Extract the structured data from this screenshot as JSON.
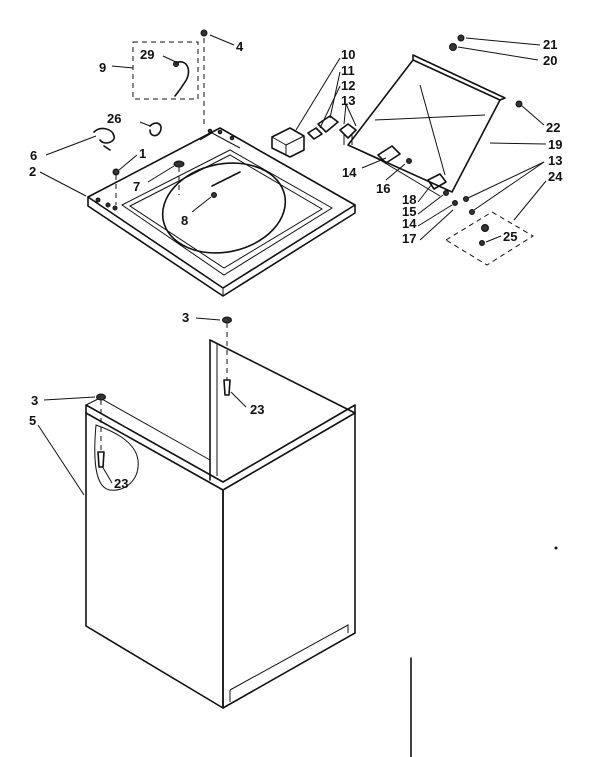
{
  "callouts": [
    {
      "id": "c1",
      "label": "1"
    },
    {
      "id": "c2",
      "label": "2"
    },
    {
      "id": "c3a",
      "label": "3"
    },
    {
      "id": "c3b",
      "label": "3"
    },
    {
      "id": "c4",
      "label": "4"
    },
    {
      "id": "c5",
      "label": "5"
    },
    {
      "id": "c6",
      "label": "6"
    },
    {
      "id": "c7",
      "label": "7"
    },
    {
      "id": "c8",
      "label": "8"
    },
    {
      "id": "c9",
      "label": "9"
    },
    {
      "id": "c10",
      "label": "10"
    },
    {
      "id": "c11",
      "label": "11"
    },
    {
      "id": "c12",
      "label": "12"
    },
    {
      "id": "c13a",
      "label": "13"
    },
    {
      "id": "c13b",
      "label": "13"
    },
    {
      "id": "c14a",
      "label": "14"
    },
    {
      "id": "c14b",
      "label": "14"
    },
    {
      "id": "c15",
      "label": "15"
    },
    {
      "id": "c16",
      "label": "16"
    },
    {
      "id": "c17",
      "label": "17"
    },
    {
      "id": "c18",
      "label": "18"
    },
    {
      "id": "c19",
      "label": "19"
    },
    {
      "id": "c20",
      "label": "20"
    },
    {
      "id": "c21",
      "label": "21"
    },
    {
      "id": "c22",
      "label": "22"
    },
    {
      "id": "c23a",
      "label": "23"
    },
    {
      "id": "c23b",
      "label": "23"
    },
    {
      "id": "c24",
      "label": "24"
    },
    {
      "id": "c25",
      "label": "25"
    },
    {
      "id": "c26",
      "label": "26"
    },
    {
      "id": "c29",
      "label": "29"
    }
  ]
}
